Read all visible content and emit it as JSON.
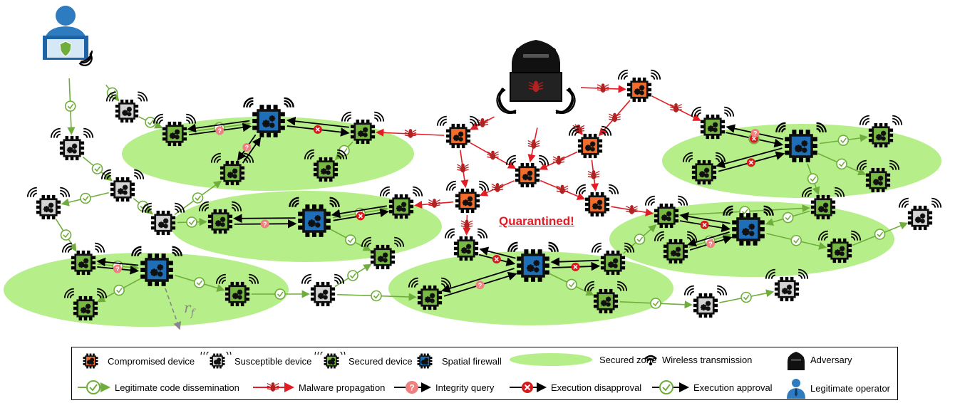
{
  "annotations": {
    "quarantine_label": "Quarantined!",
    "radius_label": "r",
    "radius_sub": "f"
  },
  "legend": {
    "compromised": "Compromised device",
    "susceptible": "Susceptible device",
    "secured": "Secured device",
    "firewall": "Spatial firewall",
    "zone": "Secured zone",
    "wireless": "Wireless transmission",
    "adversary": "Adversary",
    "dissemination": "Legitimate code dissemination",
    "malware": "Malware propagation",
    "integrity": "Integrity query",
    "disapproval": "Execution disapproval",
    "approval": "Execution approval",
    "operator": "Legitimate operator"
  },
  "colors": {
    "compromised": "#f26c2b",
    "susceptible": "#d4d4d4",
    "secured": "#78b944",
    "firewall": "#1f6fb8",
    "zone": "#b6ee8a",
    "malware": "#e31b23",
    "approval": "#6fae3c",
    "query": "#f07f7f"
  },
  "icons": {
    "operator": "operator-person-icon",
    "adversary": "hooded-hacker-icon",
    "chip": "chip-device-icon",
    "wireless": "wifi-icon",
    "bug": "malware-bug-icon"
  }
}
